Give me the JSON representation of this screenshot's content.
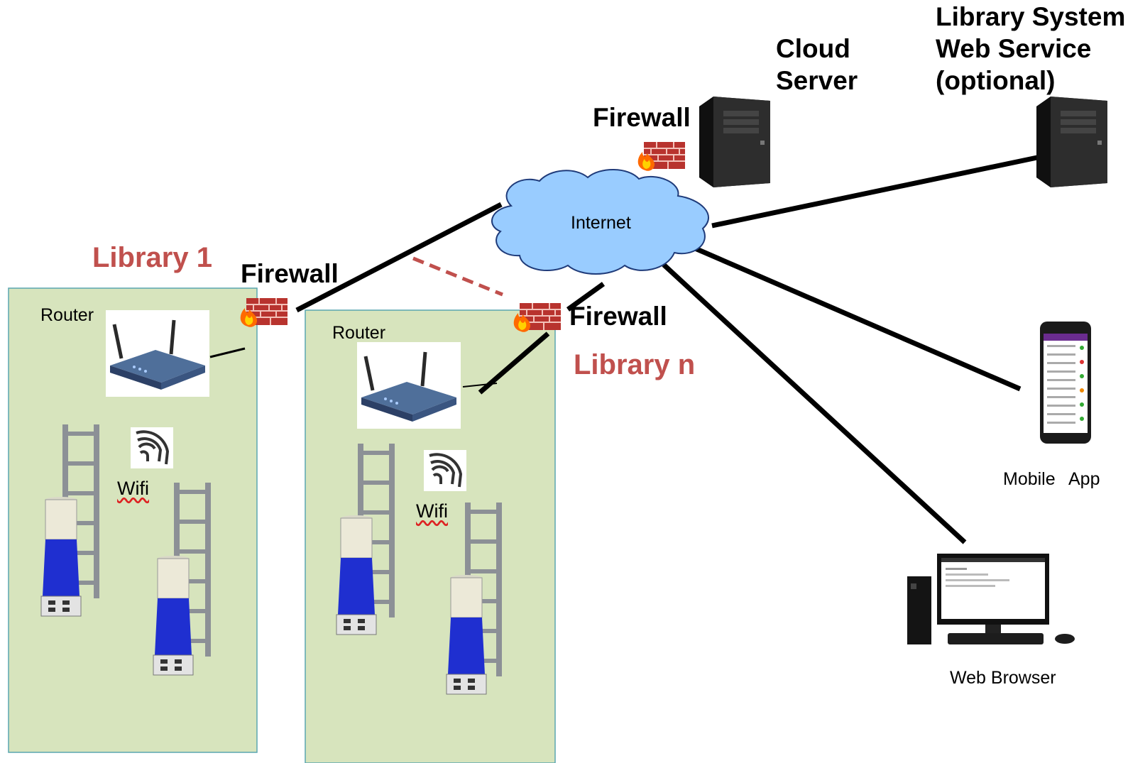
{
  "labels": {
    "library_system": "Library System",
    "web_service": "Web Service",
    "optional": "(optional)",
    "cloud": "Cloud",
    "server": "Server",
    "firewall_top": "Firewall",
    "internet": "Internet",
    "library_1": "Library 1",
    "firewall_lib1": "Firewall",
    "firewall_libn": "Firewall",
    "library_n": "Library n",
    "router_1": "Router",
    "router_n": "Router",
    "wifi_1": "Wifi",
    "wifi_n": "Wifi",
    "mobile": "Mobile",
    "app": "App",
    "web_browser": "Web Browser"
  },
  "colors": {
    "library_panel": "#d7e4bd",
    "library_label": "#c0504d",
    "cloud_fill": "#99ccff",
    "robot_blue": "#1f2fd0",
    "link_dashed": "#c0504d"
  }
}
